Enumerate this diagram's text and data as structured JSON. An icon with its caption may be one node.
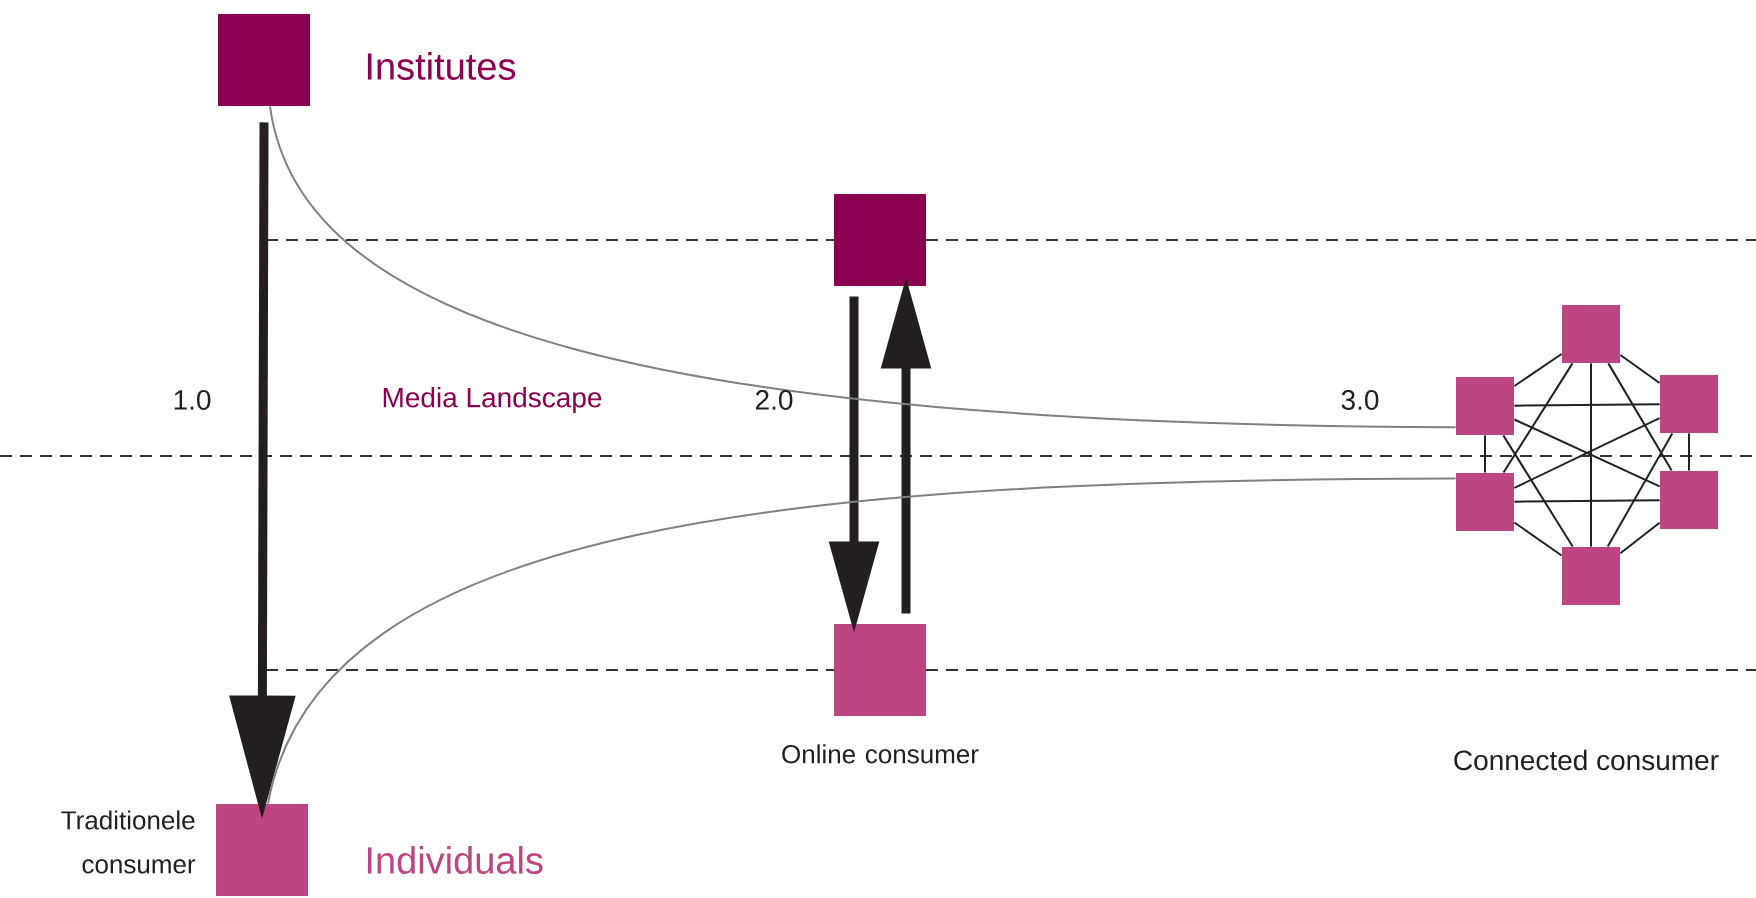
{
  "diagram": {
    "nodes": [
      {
        "text": [
          "Institutes"
        ]
      },
      {
        "text": [
          "Individuals"
        ],
        "beside": [
          "Traditionele consumer"
        ]
      },
      {
        "text": [],
        "shape": "box"
      },
      {
        "text": [],
        "shape": "box",
        "beside": [
          "Online consumer"
        ]
      },
      {
        "text": [],
        "shape": "box"
      },
      {
        "text": [],
        "shape": "box"
      },
      {
        "text": [],
        "shape": "box"
      },
      {
        "text": [],
        "shape": "box"
      },
      {
        "text": [],
        "shape": "box"
      },
      {
        "text": [],
        "shape": "box"
      }
    ],
    "edges": [
      {
        "from": 0,
        "to": 1,
        "arrow": "to",
        "style": "thick"
      },
      {
        "from": 2,
        "to": 3,
        "arrow": "to",
        "style": "thick"
      },
      {
        "from": 3,
        "to": 2,
        "arrow": "to",
        "style": "thick"
      },
      {
        "from": 0,
        "to": 5,
        "arrow": "none",
        "color": "#808080"
      },
      {
        "from": 1,
        "to": 7,
        "arrow": "none",
        "color": "#808080"
      },
      {
        "from": 4,
        "to": 5,
        "arrow": "none"
      },
      {
        "from": 4,
        "to": 6,
        "arrow": "none"
      },
      {
        "from": 4,
        "to": 7,
        "arrow": "none"
      },
      {
        "from": 4,
        "to": 8,
        "arrow": "none"
      },
      {
        "from": 4,
        "to": 9,
        "arrow": "none"
      },
      {
        "from": 5,
        "to": 6,
        "arrow": "none"
      },
      {
        "from": 5,
        "to": 7,
        "arrow": "none"
      },
      {
        "from": 5,
        "to": 8,
        "arrow": "none"
      },
      {
        "from": 5,
        "to": 9,
        "arrow": "none"
      },
      {
        "from": 6,
        "to": 7,
        "arrow": "none"
      },
      {
        "from": 6,
        "to": 8,
        "arrow": "none"
      },
      {
        "from": 6,
        "to": 9,
        "arrow": "none"
      },
      {
        "from": 7,
        "to": 8,
        "arrow": "none"
      },
      {
        "from": 7,
        "to": 9,
        "arrow": "none"
      },
      {
        "from": 8,
        "to": 9,
        "arrow": "none"
      }
    ],
    "labels": [
      "1.0",
      "Media Landscape",
      "2.0",
      "3.0",
      "Connected consumer"
    ]
  }
}
